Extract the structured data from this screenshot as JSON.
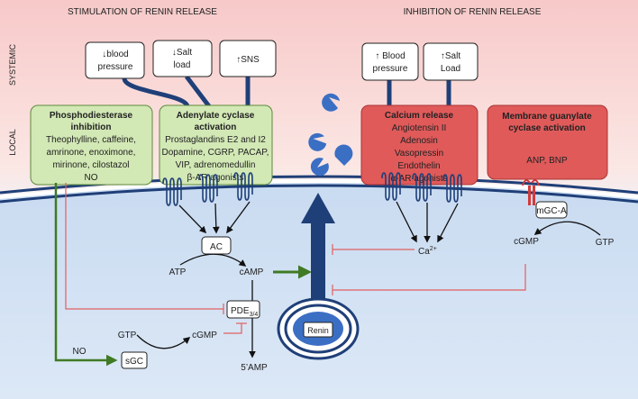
{
  "headers": {
    "stimulation": "STIMULATION OF RENIN RELEASE",
    "inhibition": "INHIBITION OF RENIN RELEASE"
  },
  "side_labels": {
    "systemic": "SYSTEMIC",
    "local": "LOCAL"
  },
  "systemic_boxes": [
    {
      "id": "low-bp",
      "lines": [
        "↓blood",
        "pressure"
      ]
    },
    {
      "id": "low-salt",
      "lines": [
        "↓Salt",
        "load"
      ]
    },
    {
      "id": "high-sns",
      "lines": [
        "↑SNS"
      ]
    },
    {
      "id": "high-bp",
      "lines": [
        "↑ Blood",
        "pressure"
      ]
    },
    {
      "id": "high-salt",
      "lines": [
        "↑Salt",
        "Load"
      ]
    }
  ],
  "local_boxes": [
    {
      "id": "pde",
      "title": [
        "Phosphodiesterase",
        "inhibition"
      ],
      "items": [
        "Theophylline, caffeine,",
        "amrinone, enoximone,",
        "mirinone, cilostazol",
        "NO"
      ]
    },
    {
      "id": "ac-activation",
      "title": [
        "Adenylate cyclase",
        "activation"
      ],
      "items": [
        "Prostaglandins E2 and I2",
        "Dopamine, CGRP, PACAP,",
        "VIP, adrenomedullin",
        "β-AR agonists"
      ]
    },
    {
      "id": "calcium",
      "title": [
        "Calcium release"
      ],
      "items": [
        "Angiotensin II",
        "Adenosin",
        "Vasopressin",
        "Endothelin",
        "α-AR agonists"
      ]
    },
    {
      "id": "mgc",
      "title": [
        "Membrane guanylate",
        "cyclase activation"
      ],
      "items": [
        "ANP, BNP"
      ]
    }
  ],
  "nodes": {
    "ac": "AC",
    "atp": "ATP",
    "camp": "cAMP",
    "pde_main": "PDE",
    "pde_sub": "3/4",
    "gtp_left": "GTP",
    "cgmp_left": "cGMP",
    "no": "NO",
    "sgc": "sGC",
    "five_amp": "5’AMP",
    "ca_main": "Ca",
    "ca_sup": "2+",
    "mgca": "mGC-A",
    "cgmp_right": "cGMP",
    "gtp_right": "GTP",
    "renin": "Renin"
  },
  "colors": {
    "green_box": "#d2e8b5",
    "red_box": "#e05a5a",
    "inhibit_line": "#e06060",
    "green_arrow": "#3f7a24",
    "navy": "#1f3f78",
    "renin_blue": "#3b6fc4",
    "receptor_red": "#d43a3a"
  }
}
